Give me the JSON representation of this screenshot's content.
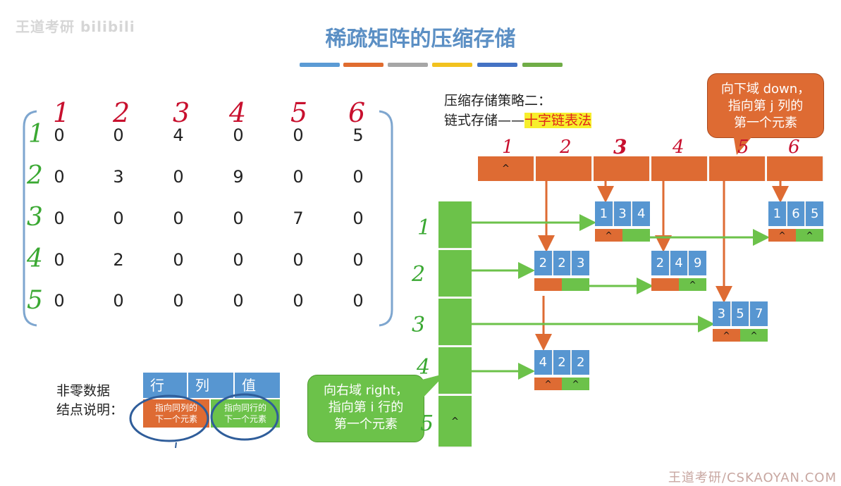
{
  "watermark": {
    "top_left": "王道考研 bilibili",
    "bottom_right": "王道考研/CSKAOYAN.COM"
  },
  "title": "稀疏矩阵的压缩存储",
  "title_bar_colors": [
    "#5b9bd5",
    "#e06c2f",
    "#a6a6a6",
    "#f2c21e",
    "#4472c4",
    "#70ad47"
  ],
  "matrix": {
    "col_labels": [
      "1",
      "2",
      "3",
      "4",
      "5",
      "6"
    ],
    "row_labels": [
      "1",
      "2",
      "3",
      "4",
      "5"
    ],
    "rows": [
      [
        "0",
        "0",
        "4",
        "0",
        "0",
        "5"
      ],
      [
        "0",
        "3",
        "0",
        "9",
        "0",
        "0"
      ],
      [
        "0",
        "0",
        "0",
        "0",
        "7",
        "0"
      ],
      [
        "0",
        "2",
        "0",
        "0",
        "0",
        "0"
      ],
      [
        "0",
        "0",
        "0",
        "0",
        "0",
        "0"
      ]
    ]
  },
  "strategy": {
    "line1": "压缩存储策略二：",
    "line2_prefix": "链式存储——",
    "line2_highlight": "十字链表法"
  },
  "callouts": {
    "down": [
      "向下域 down，",
      "指向第 j 列的",
      "第一个元素"
    ],
    "right": [
      "向右域 right，",
      "指向第 i 行的",
      "第一个元素"
    ]
  },
  "column_heads": {
    "labels": [
      "1",
      "2",
      "3",
      "4",
      "5",
      "6"
    ],
    "cells": [
      "^",
      "",
      "",
      "",
      "",
      ""
    ]
  },
  "row_heads": {
    "labels": [
      "1",
      "2",
      "3",
      "4",
      "5"
    ],
    "cells": [
      "",
      "",
      "",
      "",
      "^"
    ]
  },
  "nodes": [
    {
      "id": "n134",
      "vals": [
        "1",
        "3",
        "4"
      ],
      "down": "^",
      "right": ""
    },
    {
      "id": "n165",
      "vals": [
        "1",
        "6",
        "5"
      ],
      "down": "^",
      "right": "^"
    },
    {
      "id": "n223",
      "vals": [
        "2",
        "2",
        "3"
      ],
      "down": "",
      "right": ""
    },
    {
      "id": "n249",
      "vals": [
        "2",
        "4",
        "9"
      ],
      "down": "",
      "right": "^"
    },
    {
      "id": "n357",
      "vals": [
        "3",
        "5",
        "7"
      ],
      "down": "^",
      "right": "^"
    },
    {
      "id": "n422",
      "vals": [
        "4",
        "2",
        "2"
      ],
      "down": "^",
      "right": "^"
    }
  ],
  "legend": {
    "label_line1": "非零数据",
    "label_line2": "结点说明：",
    "headers": [
      "行",
      "列",
      "值"
    ],
    "down_desc": [
      "指向同列的",
      "下一个元素"
    ],
    "right_desc": [
      "指向同行的",
      "下一个元素"
    ]
  },
  "colors": {
    "orange": "#de6b33",
    "green": "#6cc24a",
    "blue": "#5796d1",
    "red": "#c8102e",
    "annot_green": "#3aa832",
    "annot_blue": "#2f5d9a"
  }
}
